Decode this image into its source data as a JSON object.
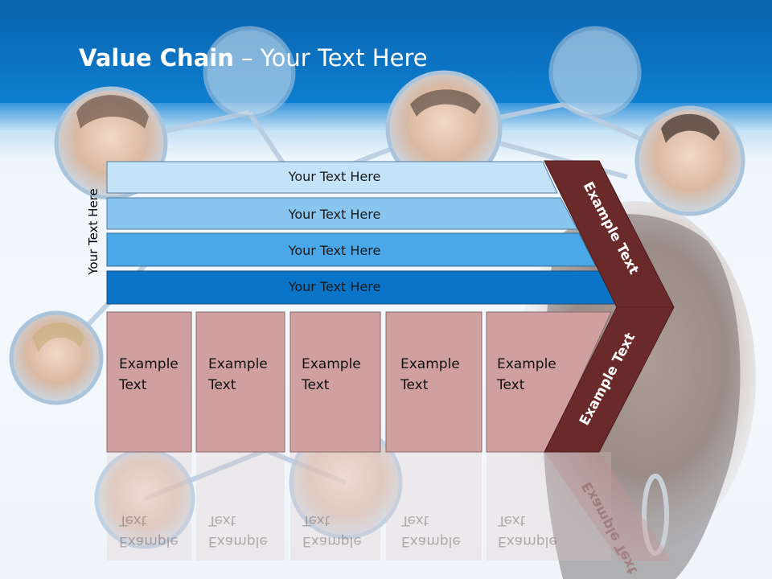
{
  "title": {
    "bold": "Value Chain",
    "rest": " – Your Text Here"
  },
  "side_label": "Your Text Here",
  "bars": [
    {
      "label": "Your Text Here",
      "color": "#c4e2f8"
    },
    {
      "label": "Your Text Here",
      "color": "#88c6f0"
    },
    {
      "label": "Your Text Here",
      "color": "#4aa8e8"
    },
    {
      "label": "Your Text Here",
      "color": "#0a74c8"
    }
  ],
  "boxes": [
    {
      "line1": "Example",
      "line2": "Text"
    },
    {
      "line1": "Example",
      "line2": "Text"
    },
    {
      "line1": "Example",
      "line2": "Text"
    },
    {
      "line1": "Example",
      "line2": "Text"
    },
    {
      "line1": "Example",
      "line2": "Text"
    }
  ],
  "chevron_top": "Example Text",
  "chevron_bottom": "Example Text",
  "colors": {
    "header": "#0b6fbd",
    "box_fill": "#d0a0a0",
    "chevron": "#6b2a2a"
  }
}
